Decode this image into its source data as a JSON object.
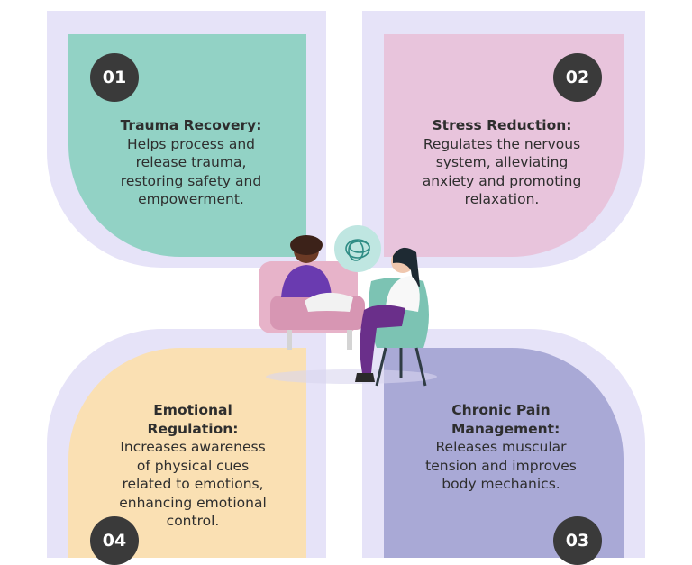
{
  "colors": {
    "outer_border": "#e6e3f8",
    "leaf_1": "#92d2c5",
    "leaf_2": "#e8c4dc",
    "leaf_3": "#a9a9d6",
    "leaf_4": "#fae0b3",
    "number_badge": "#3a3a3a"
  },
  "cards": [
    {
      "number": "01",
      "title": "Trauma Recovery:",
      "description": "Helps process and release trauma, restoring safety and empowerment."
    },
    {
      "number": "02",
      "title": "Stress Reduction:",
      "description": "Regulates the nervous system, alleviating anxiety and promoting relaxation."
    },
    {
      "number": "03",
      "title": "Chronic Pain Management:",
      "description": "Releases muscular tension and improves body mechanics."
    },
    {
      "number": "04",
      "title": "Emotional Regulation:",
      "description": "Increases awareness of physical cues related to emotions, enhancing emotional control."
    }
  ],
  "illustration": {
    "icon": "therapy-session-illustration",
    "bubble_icon": "tangled-thoughts-icon"
  }
}
